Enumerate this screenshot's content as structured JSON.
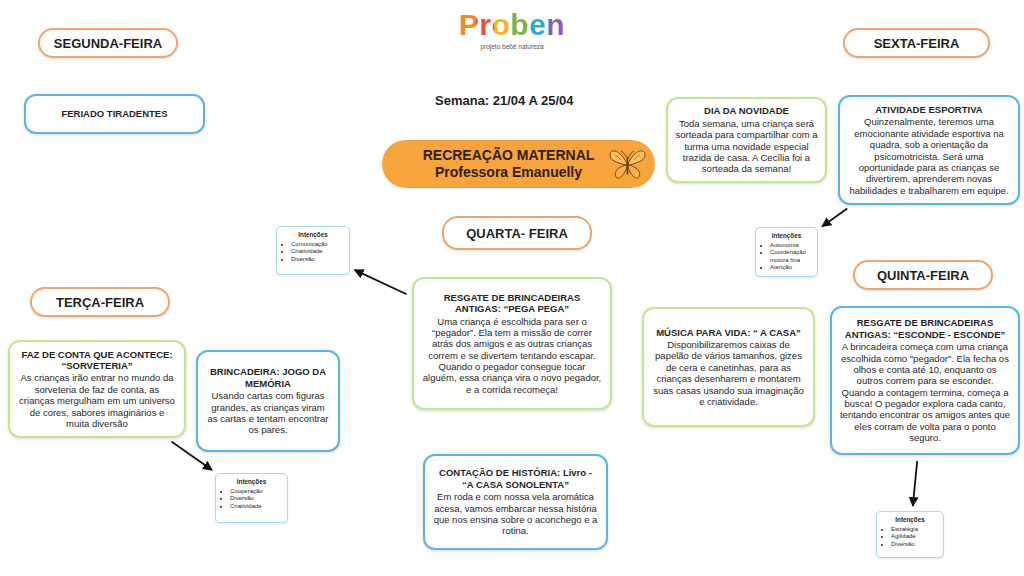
{
  "diagram": {
    "nodes": [
      {
        "text": [
          "SEGUNDA-FEIRA"
        ]
      },
      {
        "text": [
          "FERIADO TIRADENTES"
        ]
      },
      {
        "text": [
          "RECREAÇÃO MATERNAL",
          "Professora Emanuelly"
        ]
      },
      {
        "text": [
          "SEXTA-FEIRA"
        ]
      },
      {
        "text": [
          "DIA DA NOVIDADE",
          "Toda semana, uma criança será sorteada para compartilhar com a turma uma novidade especial trazida de casa. A Cecília foi a sorteada da semana!"
        ]
      },
      {
        "text": [
          "ATIVIDADE ESPORTIVA",
          "Quinzenalmente, teremos uma emocionante atividade esportiva na quadra, sob a orientação da psicomotricista. Será uma oportunidade para as crianças se divertirem, aprenderem novas habilidades e trabalharem em equipe."
        ]
      },
      {
        "text": [
          "Intenções",
          "Autonomia",
          "Coordenação motora fina",
          "Atenção"
        ]
      },
      {
        "text": [
          "Intenções",
          "Comunicação",
          "Criatividade",
          "Diversão"
        ]
      },
      {
        "text": [
          "QUARTA- FEIRA"
        ]
      },
      {
        "text": [
          "RESGATE DE BRINCADEIRAS ANTIGAS: “PEGA PEGA”",
          "Uma criança é escolhida para ser o “pegador”. Ela tem a missão de correr atrás dos amigos e as outras crianças correm e se divertem tentando escapar. Quando o pegador consegue tocar alguém, essa criança vira o novo pegador, e a corrida recomeça!"
        ]
      },
      {
        "text": [
          "TERÇA-FEIRA"
        ]
      },
      {
        "text": [
          "FAZ DE CONTA QUE ACONTECE: “SORVETERIA”",
          "As crianças irão entrar no mundo da sorveteria de faz de conta, as crianças mergulham em um universo de cores, sabores imaginários e muita diversão"
        ]
      },
      {
        "text": [
          "BRINCADEIRA: JOGO DA MEMÓRIA",
          "Usando cartas com figuras grandes, as crianças viram as cartas e tentam encontrar os pares."
        ]
      },
      {
        "text": [
          "QUINTA-FEIRA"
        ]
      },
      {
        "text": [
          "MÚSICA PARA VIDA: “ A CASA”",
          "Disponibilizaremos caixas de papelão de vários tamanhos, gizes de cera e canetinhas, para as crianças desenharem e montarem suas casas usando sua imaginação e criatividade."
        ]
      },
      {
        "text": [
          "RESGATE DE BRINCADEIRAS ANTIGAS: “ESCONDE - ESCONDE”",
          "A brincadeira começa com uma criança escolhida como \"pegador\". Ela fecha os olhos e conta até 10, enquanto os outros correm para se esconder. Quando a contagem termina, começa a busca! O pegador explora cada canto, tentando encontrar os amigos antes que eles corram de volta para o ponto seguro."
        ]
      },
      {
        "text": [
          "Intenções",
          "Cooperação",
          "Diversão",
          "Criatividade"
        ]
      },
      {
        "text": [
          "CONTAÇÃO DE HISTÓRIA: Livro - “A CASA SONOLENTA”",
          "Em roda e com nossa vela aromática acesa, vamos embarcar nessa história que nos ensina sobre o aconchego e a rotina."
        ]
      },
      {
        "text": [
          "Intenções",
          "Estratégia",
          "Agilidade",
          "Diversão"
        ]
      }
    ],
    "edges": [
      {
        "from": 5,
        "to": 6,
        "arrow": "to"
      },
      {
        "from": 9,
        "to": 7,
        "arrow": "to"
      },
      {
        "from": 11,
        "to": 16,
        "arrow": "to"
      },
      {
        "from": 15,
        "to": 18,
        "arrow": "to"
      }
    ],
    "labels": [
      "Proben",
      "projeto bebê natureza",
      "Semana: 21/04 A 25/04"
    ]
  }
}
